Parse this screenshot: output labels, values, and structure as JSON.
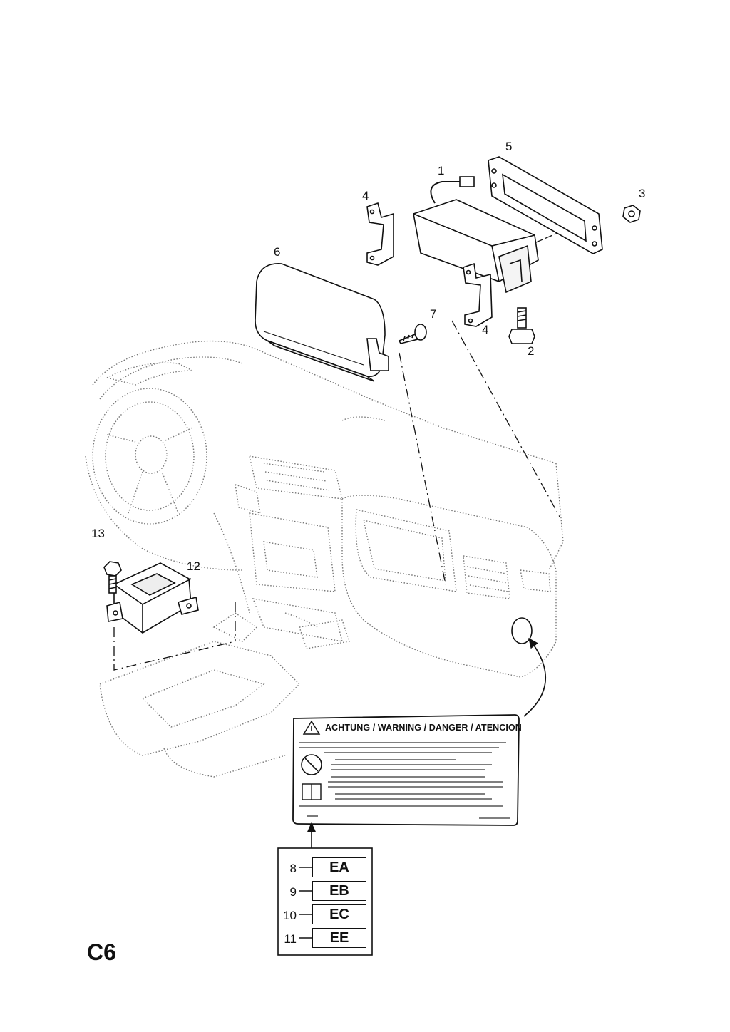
{
  "callouts": {
    "c1": "1",
    "c2": "2",
    "c3": "3",
    "c4a": "4",
    "c4b": "4",
    "c5": "5",
    "c6": "6",
    "c7": "7",
    "c12": "12",
    "c13": "13"
  },
  "warning_label": {
    "title": "ACHTUNG / WARNING / DANGER / ATENCION"
  },
  "variants": [
    {
      "number": "8",
      "code": "EA"
    },
    {
      "number": "9",
      "code": "EB"
    },
    {
      "number": "10",
      "code": "EC"
    },
    {
      "number": "11",
      "code": "EE"
    }
  ],
  "page_code": "C6"
}
